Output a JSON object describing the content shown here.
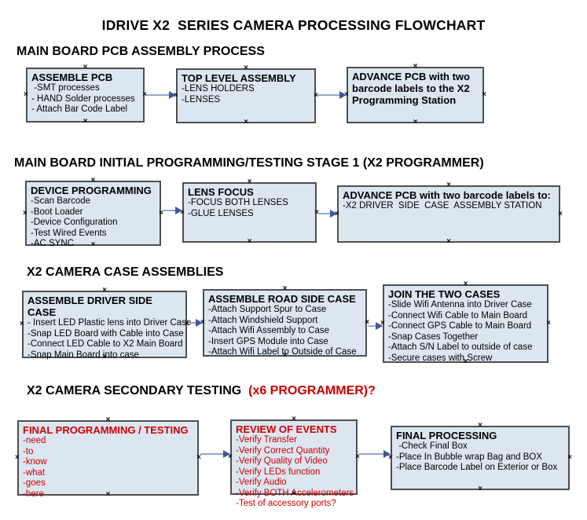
{
  "title": "IDRIVE X2  SERIES CAMERA PROCESSING FLOWCHART",
  "colors": {
    "box_fill": "#dce6f1",
    "box_border": "#4f4f4f",
    "accent_red": "#cc0000",
    "arrow_line": "#93a9cc",
    "arrow_head": "#3c5998"
  },
  "sections": [
    {
      "header": "MAIN BOARD PCB ASSEMBLY PROCESS",
      "boxes": [
        {
          "title": "ASSEMBLE PCB",
          "items": [
            " -SMT processes",
            "- HAND Solder processes",
            "- Attach Bar Code Label"
          ]
        },
        {
          "title": "TOP LEVEL ASSEMBLY",
          "items": [
            "-LENS HOLDERS",
            "-LENSES"
          ]
        },
        {
          "title": "ADVANCE PCB with two barcode labels to the  X2 Programming Station",
          "items": []
        }
      ]
    },
    {
      "header": "MAIN BOARD INITIAL PROGRAMMING/TESTING STAGE 1 (X2 PROGRAMMER)",
      "boxes": [
        {
          "title": "DEVICE PROGRAMMING",
          "items": [
            "-Scan Barcode",
            "-Boot Loader",
            "-Device Configuration",
            "-Test Wired Events",
            "-AC SYNC"
          ]
        },
        {
          "title": "LENS FOCUS",
          "items": [
            "-FOCUS BOTH LENSES",
            "-GLUE LENSES"
          ]
        },
        {
          "title": "ADVANCE PCB with two barcode labels to:",
          "items": [
            "-X2 DRIVER  SIDE  CASE  ASSEMBLY STATION"
          ]
        }
      ]
    },
    {
      "header": "X2 CAMERA CASE ASSEMBLIES",
      "boxes": [
        {
          "title": "ASSEMBLE DRIVER SIDE CASE",
          "items": [
            "- Insert LED Plastic lens into Driver Case",
            "-Snap LED Board with Cable into Case",
            "-Connect LED Cable to X2 Main Board",
            "-Snap Main Board into case"
          ]
        },
        {
          "title": "ASSEMBLE ROAD SIDE CASE",
          "items": [
            "-Attach Support Spur to Case",
            "-Attach Windshield Support",
            "-Attach Wifi Assembly to Case",
            "-Insert GPS Module into Case",
            "-Attach Wifi Label to Outside of Case"
          ]
        },
        {
          "title": "JOIN THE TWO CASES",
          "items": [
            "-Slide Wifi Antenna into Driver Case",
            "-Connect Wifi Cable to Main Board",
            "-Connect GPS Cable to Main Board",
            "-Snap Cases Together",
            "-Attach S/N Label to outside of case",
            "-Secure cases with Screw"
          ]
        }
      ]
    },
    {
      "header": "X2 CAMERA SECONDARY TESTING  ",
      "header_highlight": "(x6 PROGRAMMER)?",
      "boxes": [
        {
          "title": "FINAL PROGRAMMING / TESTING",
          "items": [
            "-need",
            "-to",
            "-know",
            "-what",
            "-goes",
            "-here"
          ]
        },
        {
          "title": "REVIEW OF EVENTS",
          "items": [
            "-Verify Transfer",
            "-Verify Correct Quantity",
            "-Verify Quality of Video",
            "-Verify LEDs function",
            "-Verify Audio",
            "-Verify BOTH Accelerometers",
            "-Test of accessory ports?"
          ]
        },
        {
          "title": "FINAL PROCESSING",
          "items": [
            " -Check Final Box",
            "-Place In Bubble wrap Bag and BOX",
            "-Place Barcode Label on Exterior or Box"
          ]
        }
      ]
    }
  ]
}
